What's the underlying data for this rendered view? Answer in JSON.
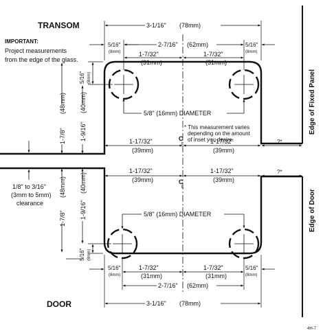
{
  "labels": {
    "transom": "TRANSOM",
    "door": "DOOR",
    "important_head": "IMPORTANT:",
    "important_l1": "Project measurements",
    "important_l2": "from the edge of the glass.",
    "edge_fixed": "Edge of Fixed Panel",
    "edge_door": "Edge of Door",
    "figure_code": "4H-7",
    "centerline": "C",
    "centerline_sub": "L",
    "note_l1": "* This measurement varies",
    "note_l2": "depending on the amount",
    "note_l3": "of inset you desire.",
    "q": "?*"
  },
  "dims": {
    "overall_a": "3-1/16\"",
    "overall_b": "(78mm)",
    "centers_a": "2-7/16\"",
    "centers_b": "(62mm)",
    "half_a": "1-7/32\"",
    "half_b": "(31mm)",
    "edge_a": "5/16\"",
    "edge_b": "(8mm)",
    "diam": "5/8\" (16mm) DIAMETER",
    "wide_a": "1-17/32\"",
    "wide_b": "(39mm)",
    "h_outer_a": "1-7/8\"",
    "h_outer_b": "(48mm)",
    "h_inner_a": "1-9/16\"",
    "h_inner_b": "(40mm)",
    "clear_l1": "1/8\" to 3/16\"",
    "clear_l2": "(3mm to 5mm)",
    "clear_l3": "clearance"
  }
}
